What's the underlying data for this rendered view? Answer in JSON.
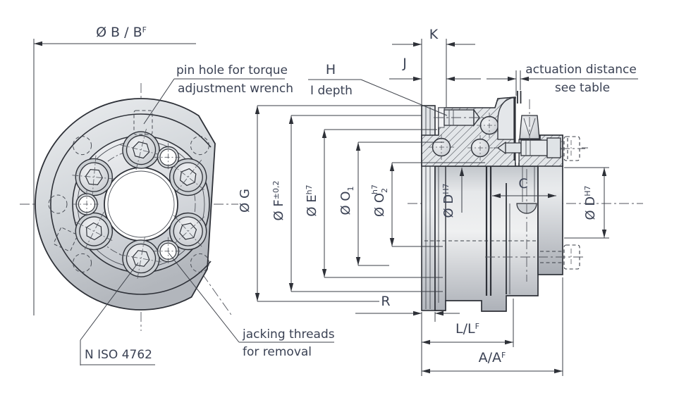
{
  "front_view": {
    "dim_b": {
      "base": "Ø B / B",
      "sup": "F"
    },
    "pin_note": {
      "line1": "pin hole for torque",
      "line2": "adjustment wrench"
    },
    "jack_note": {
      "line1": "jacking threads",
      "line2": "for removal"
    },
    "screw_note": "N ISO 4762"
  },
  "section_view": {
    "dim_k": "K",
    "dim_j": "J",
    "dim_h": "H",
    "dim_i": "I depth",
    "dim_c": "C",
    "dim_r": "R",
    "dim_g": {
      "base": "Ø G"
    },
    "dim_f": {
      "base": "Ø F",
      "sup": "±0,2"
    },
    "dim_e": {
      "base": "Ø E",
      "sup": "h7"
    },
    "dim_o1": {
      "base": "Ø O",
      "sub": "1"
    },
    "dim_o2": {
      "base": "Ø O",
      "sub": "2",
      "sup": "h7"
    },
    "dim_d_bore": {
      "base": "Ø D",
      "sup": "H7"
    },
    "dim_d_flange": {
      "base": "Ø D",
      "sup": "H7"
    },
    "dim_l": {
      "base": "L/L",
      "sup": "F"
    },
    "dim_a": {
      "base": "A/A",
      "sup": "F"
    },
    "actuation_note": {
      "line1": "actuation distance",
      "line2": "see table"
    }
  },
  "colors": {
    "line": "#2e3138",
    "text": "#3b4254",
    "hatch": "#464a52",
    "metal_light": "#eef0f2",
    "metal_dark": "#b2b6bc",
    "background": "#ffffff"
  }
}
